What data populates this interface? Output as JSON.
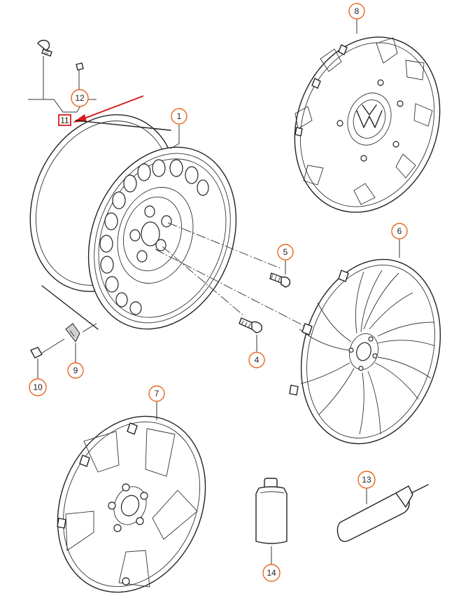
{
  "callouts": {
    "c1": "1",
    "c4": "4",
    "c5": "5",
    "c6": "6",
    "c7": "7",
    "c8": "8",
    "c9": "9",
    "c10": "10",
    "c11": "11",
    "c12": "12",
    "c13": "13",
    "c14": "14"
  },
  "highlighted_part": "11",
  "colors": {
    "callout_ring": "#e8661f",
    "highlight": "#d91c1c",
    "line_art": "#222222"
  }
}
